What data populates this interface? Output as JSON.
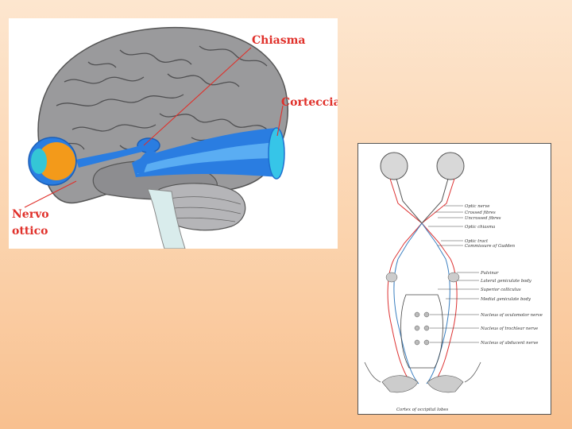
{
  "brain_figure": {
    "labels": {
      "chiasma": "Chiasma",
      "corteccia": "Corteccia",
      "nervo_ottico_line1": "Nervo",
      "nervo_ottico_line2": "ottico"
    },
    "colors": {
      "label_red": "#e0302a",
      "brain_gray": "#9a9a9c",
      "pathway_blue": "#2a7de1",
      "eye_orange": "#f39a1a"
    }
  },
  "pathway_figure": {
    "labels": [
      "Optic nerve",
      "Crossed fibres",
      "Uncrossed fibres",
      "Optic chiasma",
      "Optic tract",
      "Commissure of Gudden",
      "Pulvinar",
      "Lateral geniculate body",
      "Superior colliculus",
      "Medial geniculate body",
      "Nucleus of oculomotor nerve",
      "Nucleus of trochlear nerve",
      "Nucleus of abducent nerve"
    ],
    "caption": "Cortex of occipital lobes"
  }
}
